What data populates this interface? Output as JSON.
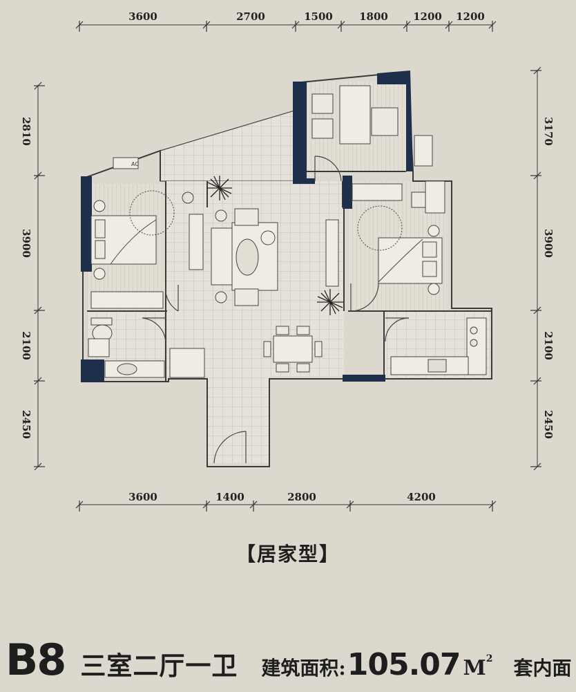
{
  "dimensions": {
    "top": [
      "3600",
      "2700",
      "1500",
      "1800",
      "1200",
      "1200"
    ],
    "bottom": [
      "3600",
      "1400",
      "2800",
      "4200"
    ],
    "left": [
      "2810",
      "3900",
      "2100",
      "2450"
    ],
    "right": [
      "3170",
      "3900",
      "2100",
      "2450"
    ]
  },
  "appliance_label": "AC",
  "type_label": "【居家型】",
  "footer": {
    "model_code": "B8",
    "room_layout": "三室二厅一卫",
    "area_label": "建筑面积:",
    "area_value": "105.07",
    "area_unit": "M",
    "area_unit_sup": "2",
    "inner_area_label": "套内面"
  },
  "colors": {
    "background": "#dcd8ce",
    "wall_accent": "#1d2f4a",
    "line": "#3a3a3a"
  }
}
